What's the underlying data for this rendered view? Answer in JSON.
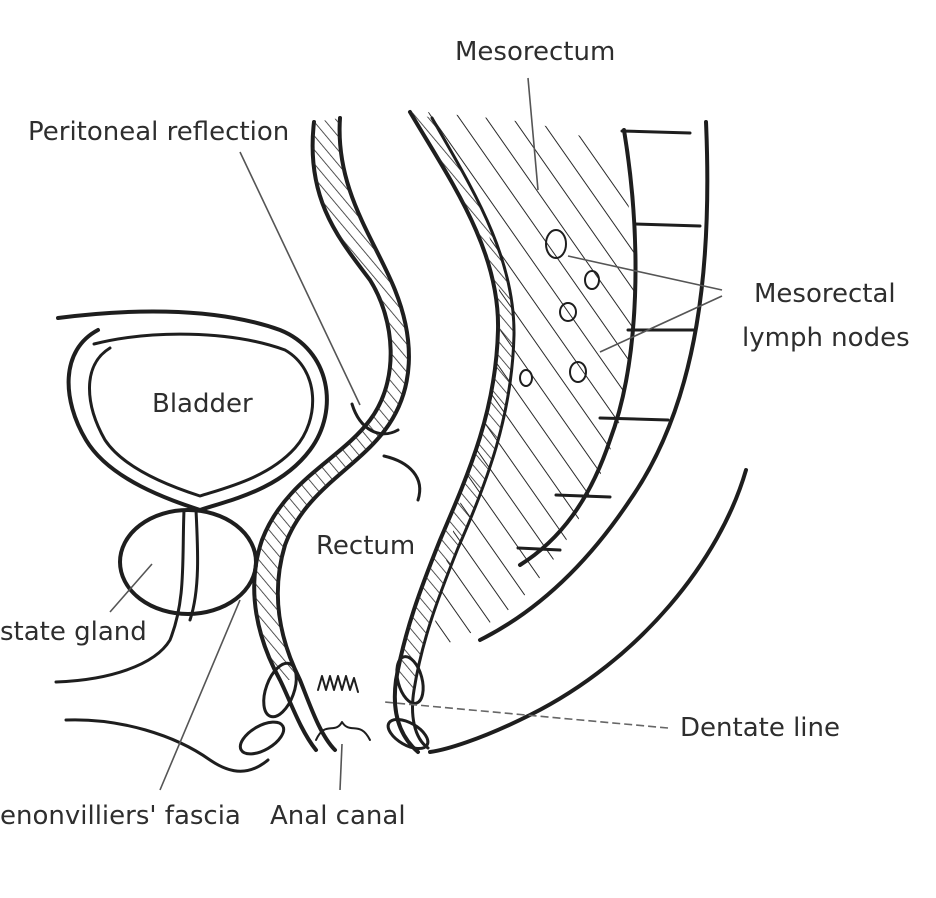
{
  "labels": {
    "mesorectum": "Mesorectum",
    "peritoneal_reflection": "Peritoneal reflection",
    "mesorectal_lymph_nodes_line1": "Mesorectal",
    "mesorectal_lymph_nodes_line2": "lymph nodes",
    "bladder": "Bladder",
    "rectum": "Rectum",
    "prostate_gland": "state gland",
    "dentate_line": "Dentate line",
    "denonvilliers_fascia": "enonvilliers' fascia",
    "anal_canal": "Anal canal"
  }
}
